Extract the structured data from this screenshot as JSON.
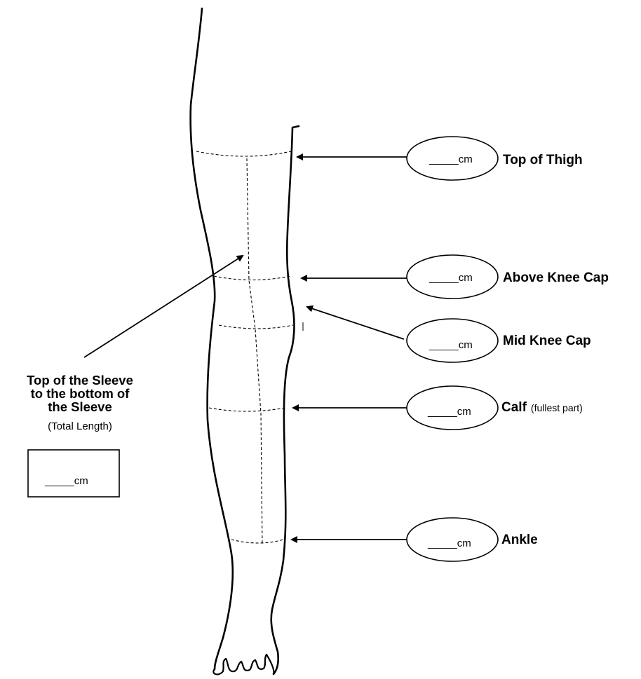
{
  "measurements": [
    {
      "label": "Top of Thigh",
      "note": "",
      "blank": "_____cm"
    },
    {
      "label": "Above Knee Cap",
      "note": "",
      "blank": "_____cm"
    },
    {
      "label": "Mid Knee Cap",
      "note": "",
      "blank": "_____cm"
    },
    {
      "label": "Calf",
      "note": "(fullest part)",
      "blank": "_____cm"
    },
    {
      "label": "Ankle",
      "note": "",
      "blank": "_____cm"
    }
  ],
  "total_length": {
    "line1": "Top of the Sleeve",
    "line2": "to the bottom of",
    "line3": "the Sleeve",
    "note": "(Total Length)",
    "blank": "_____cm"
  }
}
